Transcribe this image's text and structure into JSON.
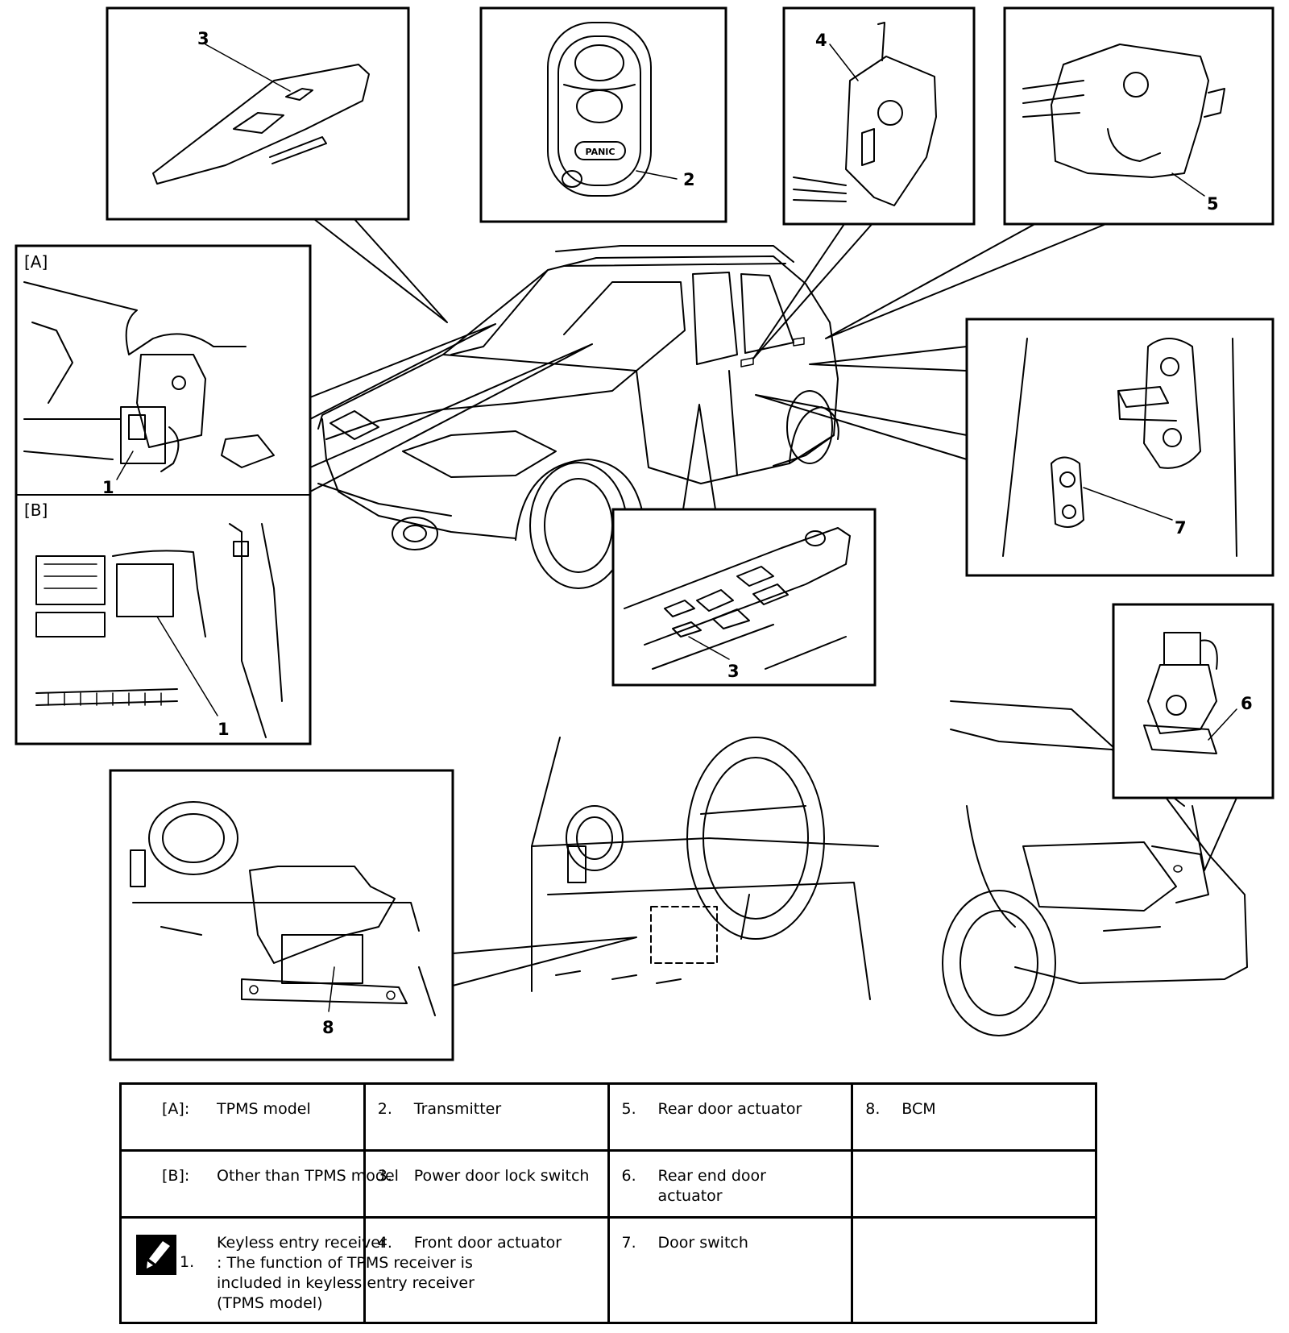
{
  "callouts": {
    "c_switch_top": "3",
    "c_transmitter": "2",
    "c_front_actuator": "4",
    "c_rear_actuator": "5",
    "c_receiver_a": "1",
    "c_receiver_b": "1",
    "c_switch_mid": "3",
    "c_door_switch": "7",
    "c_end_actuator": "6",
    "c_bcm": "8"
  },
  "view_labels": {
    "a": "[A]",
    "b": "[B]"
  },
  "fob_panic_text": "PANIC",
  "legend": {
    "rows": [
      [
        {
          "key": "[A]:",
          "text": "TPMS model"
        },
        {
          "key": "2.",
          "text": "Transmitter"
        },
        {
          "key": "5.",
          "text": "Rear door actuator"
        },
        {
          "key": "8.",
          "text": "BCM"
        }
      ],
      [
        {
          "key": "[B]:",
          "text": "Other than TPMS model"
        },
        {
          "key": "3.",
          "text": "Power door lock switch"
        },
        {
          "key": "6.",
          "text": "Rear end door actuator"
        },
        {
          "key": "",
          "text": ""
        }
      ],
      [
        {
          "key": "1.",
          "text": "Keyless entry receiver",
          "note": ": The function of TPMS receiver is included in keyless entry receiver (TPMS model)"
        },
        {
          "key": "4.",
          "text": "Front door actuator"
        },
        {
          "key": "7.",
          "text": "Door switch"
        },
        {
          "key": "",
          "text": ""
        }
      ]
    ]
  }
}
